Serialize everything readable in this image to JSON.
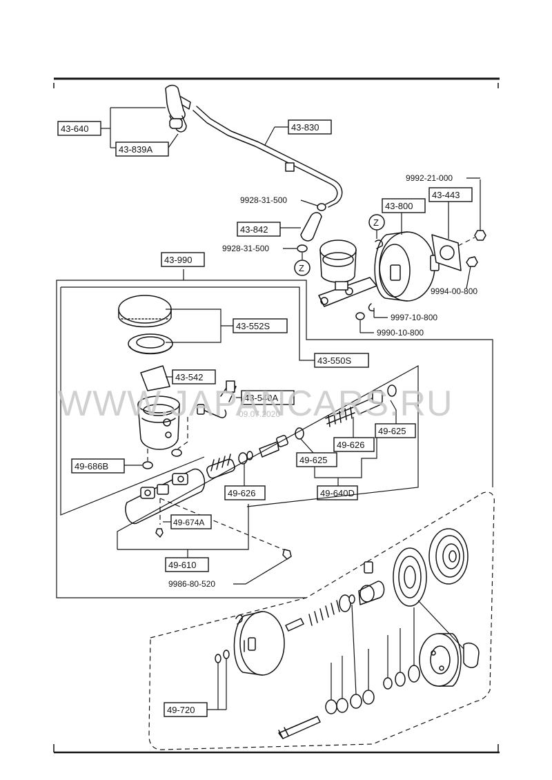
{
  "labels": {
    "l43_640": "43-640",
    "l43_839A": "43-839A",
    "l43_830": "43-830",
    "l9992": "9992-21-000",
    "l43_443": "43-443",
    "l43_800": "43-800",
    "l9928a": "9928-31-500",
    "l43_842": "43-842",
    "l9928b": "9928-31-500",
    "l9994": "9994-00-800",
    "l9997": "9997-10-800",
    "l9990": "9990-10-800",
    "l43_990": "43-990",
    "l43_552S": "43-552S",
    "l43_550S": "43-550S",
    "l43_542": "43-542",
    "l43_540A": "43-540A",
    "l49_686B": "49-686B",
    "l49_625a": "49-625",
    "l49_626a": "49-626",
    "l49_625b": "49-625",
    "l49_640D": "49-640D",
    "l49_626b": "49-626",
    "l49_674A": "49-674A",
    "l49_610": "49-610",
    "l9986": "9986-80-520",
    "l49_720": "49-720",
    "zA": "Z",
    "zB": "Z"
  },
  "watermark": {
    "text": "WWW.JAPANCARS.RU",
    "date": "09.07.2020"
  }
}
